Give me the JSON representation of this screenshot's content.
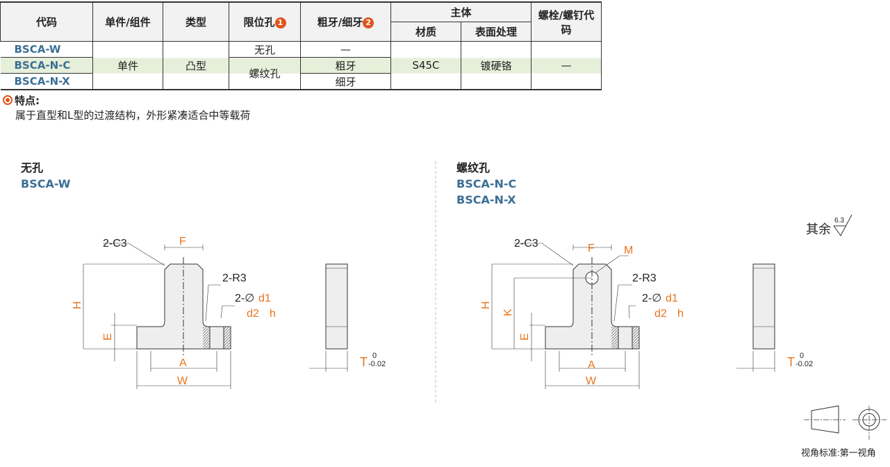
{
  "table": {
    "headers": {
      "code": "代码",
      "unit": "单件/组件",
      "type": "类型",
      "hole": "限位孔",
      "hole_badge": "1",
      "thread": "粗牙/细牙",
      "thread_badge": "2",
      "body": "主体",
      "material": "材质",
      "surface": "表面处理",
      "bolt": "螺栓/螺钉代码"
    },
    "rows": [
      {
        "code": "BSCA-W",
        "hole": "无孔",
        "thread": "—"
      },
      {
        "code": "BSCA-N-C",
        "thread": "粗牙"
      },
      {
        "code": "BSCA-N-X",
        "thread": "细牙"
      }
    ],
    "merged": {
      "unit": "单件",
      "type": "凸型",
      "hole_threaded": "螺纹孔",
      "material": "S45C",
      "surface": "镀硬铬",
      "bolt": "—"
    }
  },
  "features": {
    "title": "特点:",
    "text": "属于直型和L型的过渡结构，外形紧凑适合中等载荷"
  },
  "left": {
    "title": "无孔",
    "codes": [
      "BSCA-W"
    ]
  },
  "right": {
    "title": "螺纹孔",
    "codes": [
      "BSCA-N-C",
      "BSCA-N-X"
    ]
  },
  "dims": {
    "c3": "2-C3",
    "r3": "2-R3",
    "f": "F",
    "m": "M",
    "h": "H",
    "k": "K",
    "e": "E",
    "a": "A",
    "w": "W",
    "d1_prefix": "2-∅",
    "d1": "d1",
    "d2": "d2",
    "depth": "h",
    "t": "T",
    "t_upper": "0",
    "t_lower": "-0.02"
  },
  "roughness": {
    "label": "其余",
    "value": "6.3"
  },
  "projection": "视角标准:第一视角"
}
